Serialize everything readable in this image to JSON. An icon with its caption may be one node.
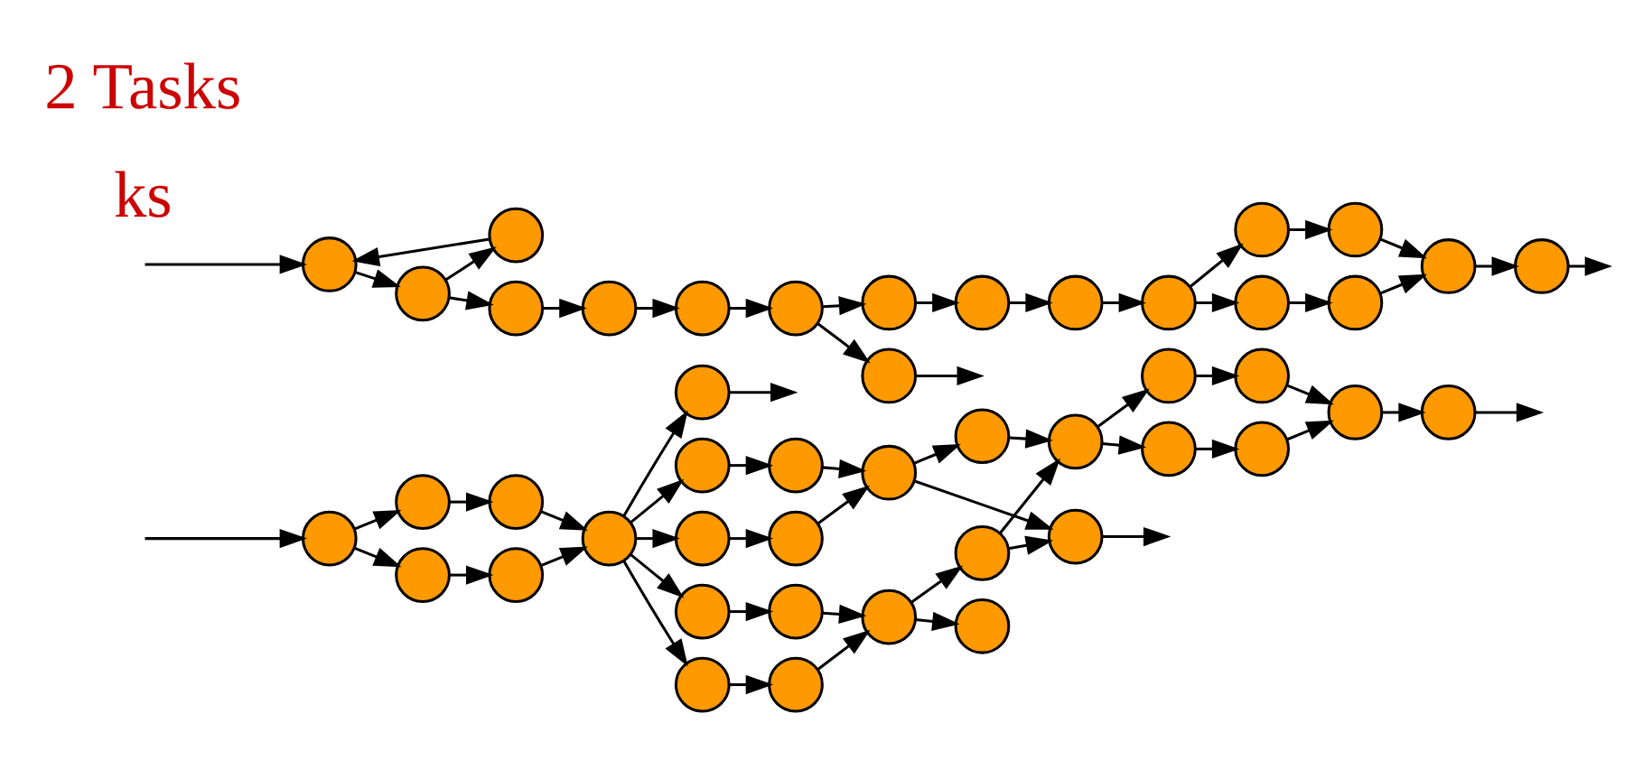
{
  "diagram": {
    "nodes": [
      {
        "text": [],
        "shape": "circle"
      },
      {
        "text": [],
        "shape": "circle"
      },
      {
        "text": [],
        "shape": "circle"
      },
      {
        "text": [],
        "shape": "circle"
      },
      {
        "text": [],
        "shape": "circle"
      },
      {
        "text": [],
        "shape": "circle"
      },
      {
        "text": [],
        "shape": "circle"
      },
      {
        "text": [],
        "shape": "circle"
      },
      {
        "text": [],
        "shape": "circle"
      },
      {
        "text": [],
        "shape": "circle"
      },
      {
        "text": [],
        "shape": "circle"
      },
      {
        "text": [],
        "shape": "circle"
      },
      {
        "text": [],
        "shape": "circle"
      },
      {
        "text": [],
        "shape": "circle"
      },
      {
        "text": [],
        "shape": "circle"
      },
      {
        "text": [],
        "shape": "circle"
      },
      {
        "text": [],
        "shape": "circle"
      },
      {
        "text": [],
        "shape": "circle"
      },
      {
        "text": [],
        "shape": "circle"
      },
      {
        "text": [],
        "shape": "circle"
      },
      {
        "text": [],
        "shape": "circle"
      },
      {
        "text": [],
        "shape": "circle"
      },
      {
        "text": [],
        "shape": "circle"
      },
      {
        "text": [],
        "shape": "circle"
      },
      {
        "text": [],
        "shape": "circle"
      },
      {
        "text": [],
        "shape": "circle"
      },
      {
        "text": [],
        "shape": "circle"
      },
      {
        "text": [],
        "shape": "circle"
      },
      {
        "text": [],
        "shape": "circle"
      },
      {
        "text": [],
        "shape": "circle"
      },
      {
        "text": [],
        "shape": "circle"
      },
      {
        "text": [],
        "shape": "circle"
      },
      {
        "text": [],
        "shape": "circle"
      },
      {
        "text": [],
        "shape": "circle"
      },
      {
        "text": [],
        "shape": "circle"
      },
      {
        "text": [],
        "shape": "circle"
      },
      {
        "text": [],
        "shape": "circle"
      },
      {
        "text": [],
        "shape": "circle"
      },
      {
        "text": [],
        "shape": "circle"
      },
      {
        "text": [],
        "shape": "circle"
      },
      {
        "text": [],
        "shape": "circle"
      },
      {
        "text": [],
        "shape": "circle"
      },
      {
        "text": [],
        "shape": "circle"
      },
      {
        "text": [],
        "shape": "circle"
      },
      {
        "text": [],
        "shape": "circle"
      },
      {
        "text": [],
        "shape": "circle"
      }
    ],
    "edges": [
      {
        "from": null,
        "to": 0,
        "arrow": "to"
      },
      {
        "from": 0,
        "to": 1,
        "arrow": "to"
      },
      {
        "from": 0,
        "to": 2,
        "arrow": "to"
      },
      {
        "from": 1,
        "to": 3,
        "arrow": "to"
      },
      {
        "from": 2,
        "to": 4,
        "arrow": "to"
      },
      {
        "from": 3,
        "to": 5,
        "arrow": "to"
      },
      {
        "from": 4,
        "to": 5,
        "arrow": "to"
      },
      {
        "from": 5,
        "to": 6,
        "arrow": "to"
      },
      {
        "from": 5,
        "to": 7,
        "arrow": "to"
      },
      {
        "from": 5,
        "to": 8,
        "arrow": "to"
      },
      {
        "from": 5,
        "to": 9,
        "arrow": "to"
      },
      {
        "from": 5,
        "to": 10,
        "arrow": "to"
      },
      {
        "from": 6,
        "to": null,
        "arrow": "to"
      },
      {
        "from": 7,
        "to": 11,
        "arrow": "to"
      },
      {
        "from": 8,
        "to": 12,
        "arrow": "to"
      },
      {
        "from": 9,
        "to": 13,
        "arrow": "to"
      },
      {
        "from": 10,
        "to": 14,
        "arrow": "to"
      },
      {
        "from": 11,
        "to": 15,
        "arrow": "to"
      },
      {
        "from": 12,
        "to": 15,
        "arrow": "to"
      },
      {
        "from": 13,
        "to": 16,
        "arrow": "to"
      },
      {
        "from": 14,
        "to": 16,
        "arrow": "to"
      },
      {
        "from": 15,
        "to": 17,
        "arrow": "to"
      },
      {
        "from": 15,
        "to": 18,
        "arrow": "to"
      },
      {
        "from": 16,
        "to": 19,
        "arrow": "to"
      },
      {
        "from": 16,
        "to": 20,
        "arrow": "to"
      },
      {
        "from": 17,
        "to": 21,
        "arrow": "to"
      },
      {
        "from": 20,
        "to": 18,
        "arrow": "to"
      },
      {
        "from": 20,
        "to": 21,
        "arrow": "to"
      },
      {
        "from": 18,
        "to": null,
        "arrow": "to"
      },
      {
        "from": 21,
        "to": 22,
        "arrow": "to"
      },
      {
        "from": 21,
        "to": 23,
        "arrow": "to"
      },
      {
        "from": 22,
        "to": 24,
        "arrow": "to"
      },
      {
        "from": 23,
        "to": 25,
        "arrow": "to"
      },
      {
        "from": 24,
        "to": 26,
        "arrow": "to"
      },
      {
        "from": 25,
        "to": 26,
        "arrow": "to"
      },
      {
        "from": 26,
        "to": 27,
        "arrow": "to"
      },
      {
        "from": 27,
        "to": null,
        "arrow": "to"
      },
      {
        "from": null,
        "to": 28,
        "arrow": "to"
      },
      {
        "from": 28,
        "to": 29,
        "arrow": "to"
      },
      {
        "from": 29,
        "to": 30,
        "arrow": "to"
      },
      {
        "from": 30,
        "to": 28,
        "arrow": "to"
      },
      {
        "from": 29,
        "to": 31,
        "arrow": "to"
      },
      {
        "from": 31,
        "to": 32,
        "arrow": "to"
      },
      {
        "from": 32,
        "to": 33,
        "arrow": "to"
      },
      {
        "from": 33,
        "to": 34,
        "arrow": "to"
      },
      {
        "from": 34,
        "to": 35,
        "arrow": "to"
      },
      {
        "from": 34,
        "to": 36,
        "arrow": "to"
      },
      {
        "from": 35,
        "to": 37,
        "arrow": "to"
      },
      {
        "from": 36,
        "to": null,
        "arrow": "to"
      },
      {
        "from": 37,
        "to": 38,
        "arrow": "to"
      },
      {
        "from": 38,
        "to": 39,
        "arrow": "to"
      },
      {
        "from": 39,
        "to": 40,
        "arrow": "to"
      },
      {
        "from": 39,
        "to": 41,
        "arrow": "to"
      },
      {
        "from": 40,
        "to": 42,
        "arrow": "to"
      },
      {
        "from": 41,
        "to": 43,
        "arrow": "to"
      },
      {
        "from": 42,
        "to": 44,
        "arrow": "to"
      },
      {
        "from": 43,
        "to": 44,
        "arrow": "to"
      },
      {
        "from": 44,
        "to": 45,
        "arrow": "to"
      },
      {
        "from": 45,
        "to": null,
        "arrow": "to"
      }
    ],
    "labels": [
      "ks",
      "2 Tasks"
    ]
  }
}
